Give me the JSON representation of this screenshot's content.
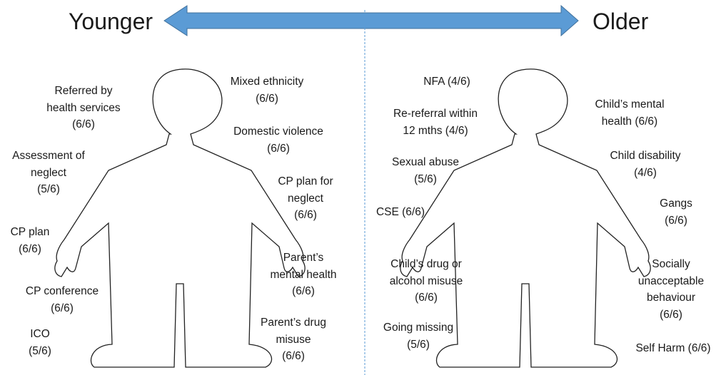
{
  "headings": {
    "younger": "Younger",
    "older": "Older"
  },
  "colors": {
    "arrow": "#5b9bd5",
    "arrow_edge": "#41719c",
    "divider": "#5b9bd5",
    "outline": "#222222",
    "text": "#1a1a1a"
  },
  "younger_labels": [
    "Referred by\nhealth services\n(6/6)",
    "Assessment of\nneglect\n(5/6)",
    "CP plan\n(6/6)",
    "CP conference\n(6/6)",
    "ICO\n(5/6)",
    "Mixed ethnicity\n(6/6)",
    "Domestic violence\n(6/6)",
    "CP plan for\nneglect\n(6/6)",
    "Parent’s\nmental health\n(6/6)",
    "Parent’s drug\nmisuse\n(6/6)"
  ],
  "older_labels": [
    "NFA (4/6)",
    "Re-referral within\n12 mths (4/6)",
    "Sexual abuse\n(5/6)",
    "CSE (6/6)",
    "Child’s drug or\nalcohol misuse\n(6/6)",
    "Going missing\n(5/6)",
    "Child’s mental\nhealth (6/6)",
    "Child disability\n(4/6)",
    "Gangs\n(6/6)",
    "Socially\nunacceptable\nbehaviour\n(6/6)",
    "Self Harm (6/6)"
  ]
}
